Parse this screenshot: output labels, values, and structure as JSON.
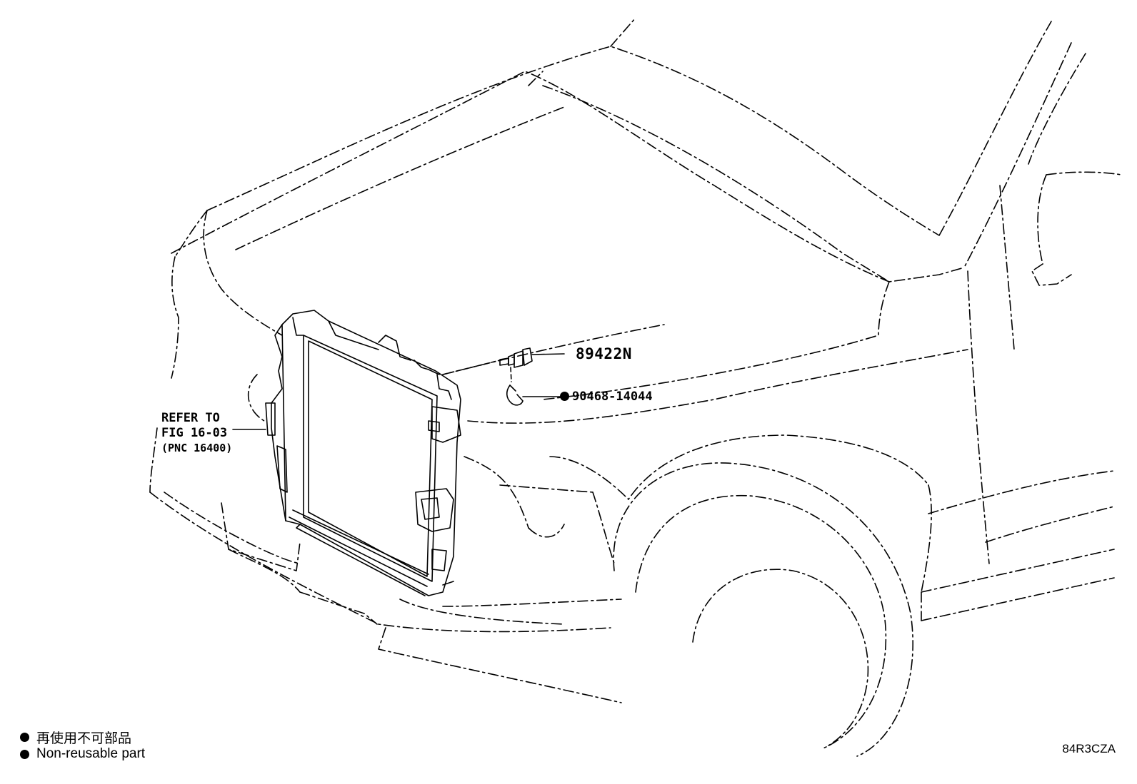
{
  "parts": {
    "sensor": {
      "number": "89422N"
    },
    "clip": {
      "number": "90468-14044",
      "non_reusable": true
    }
  },
  "reference": {
    "line1": "REFER TO",
    "line2": "FIG 16-03",
    "line3": "(PNC 16400)"
  },
  "legend": {
    "jp": "再使用不可部品",
    "en": "Non-reusable part"
  },
  "illustration_code": "84R3CZA"
}
